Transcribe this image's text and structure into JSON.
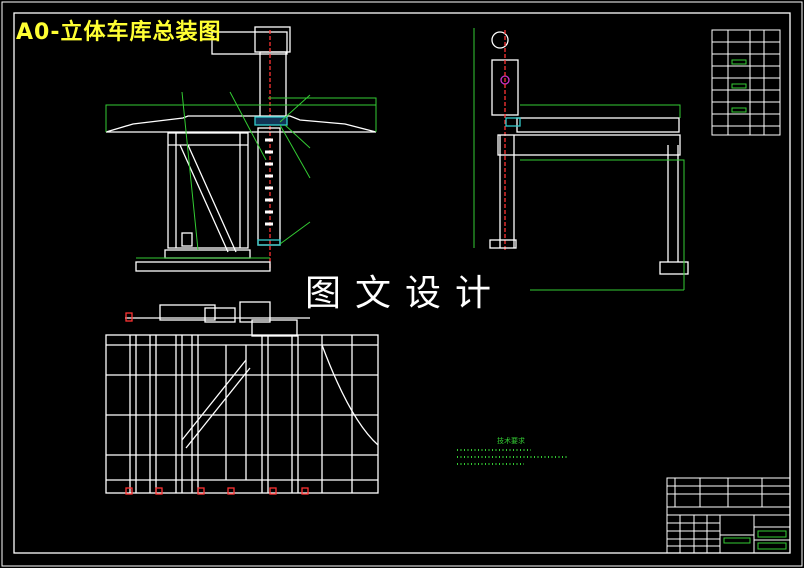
{
  "title": "A0-立体车库总装图",
  "watermark": "图文设计",
  "notes_heading": "技术要求",
  "colors": {
    "background": "#000000",
    "lines": "#ffffff",
    "title": "#ffff33",
    "dimensions": "#33cc33",
    "centerline": "#ff3333",
    "hatching": "#33cccc",
    "markers": "#cc33cc"
  }
}
